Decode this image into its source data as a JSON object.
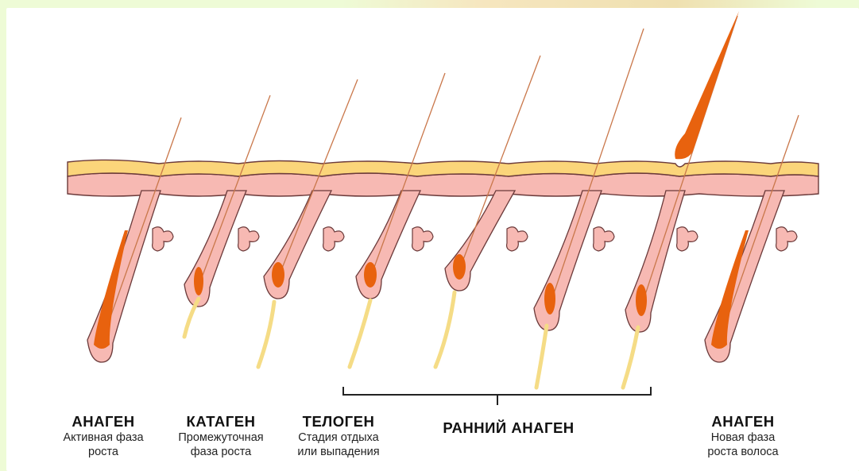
{
  "stages": [
    {
      "title": "АНАГЕН",
      "sub1": "Активная фаза",
      "sub2": "роста"
    },
    {
      "title": "КАТАГЕН",
      "sub1": "Промежуточная",
      "sub2": "фаза роста"
    },
    {
      "title": "ТЕЛОГЕН",
      "sub1": "Стадия отдыха",
      "sub2": "или выпадения"
    },
    {
      "title": "РАННИЙ АНАГЕН"
    },
    {
      "title": "АНАГЕН",
      "sub1": "Новая фаза",
      "sub2": "роста волоса"
    }
  ],
  "colors": {
    "background": "#eefbd6",
    "epidermis": "#fbd57a",
    "dermis": "#f7b9b3",
    "outline": "#6b3a3a",
    "hair": "#e8620e",
    "hair_dark": "#b84a08",
    "hair_shaft": "#c9774a",
    "old_root": "#f5dc86"
  },
  "icons": [
    "skin-layer",
    "hair-follicle",
    "sebaceous-gland",
    "hair-shaft",
    "bracket"
  ]
}
